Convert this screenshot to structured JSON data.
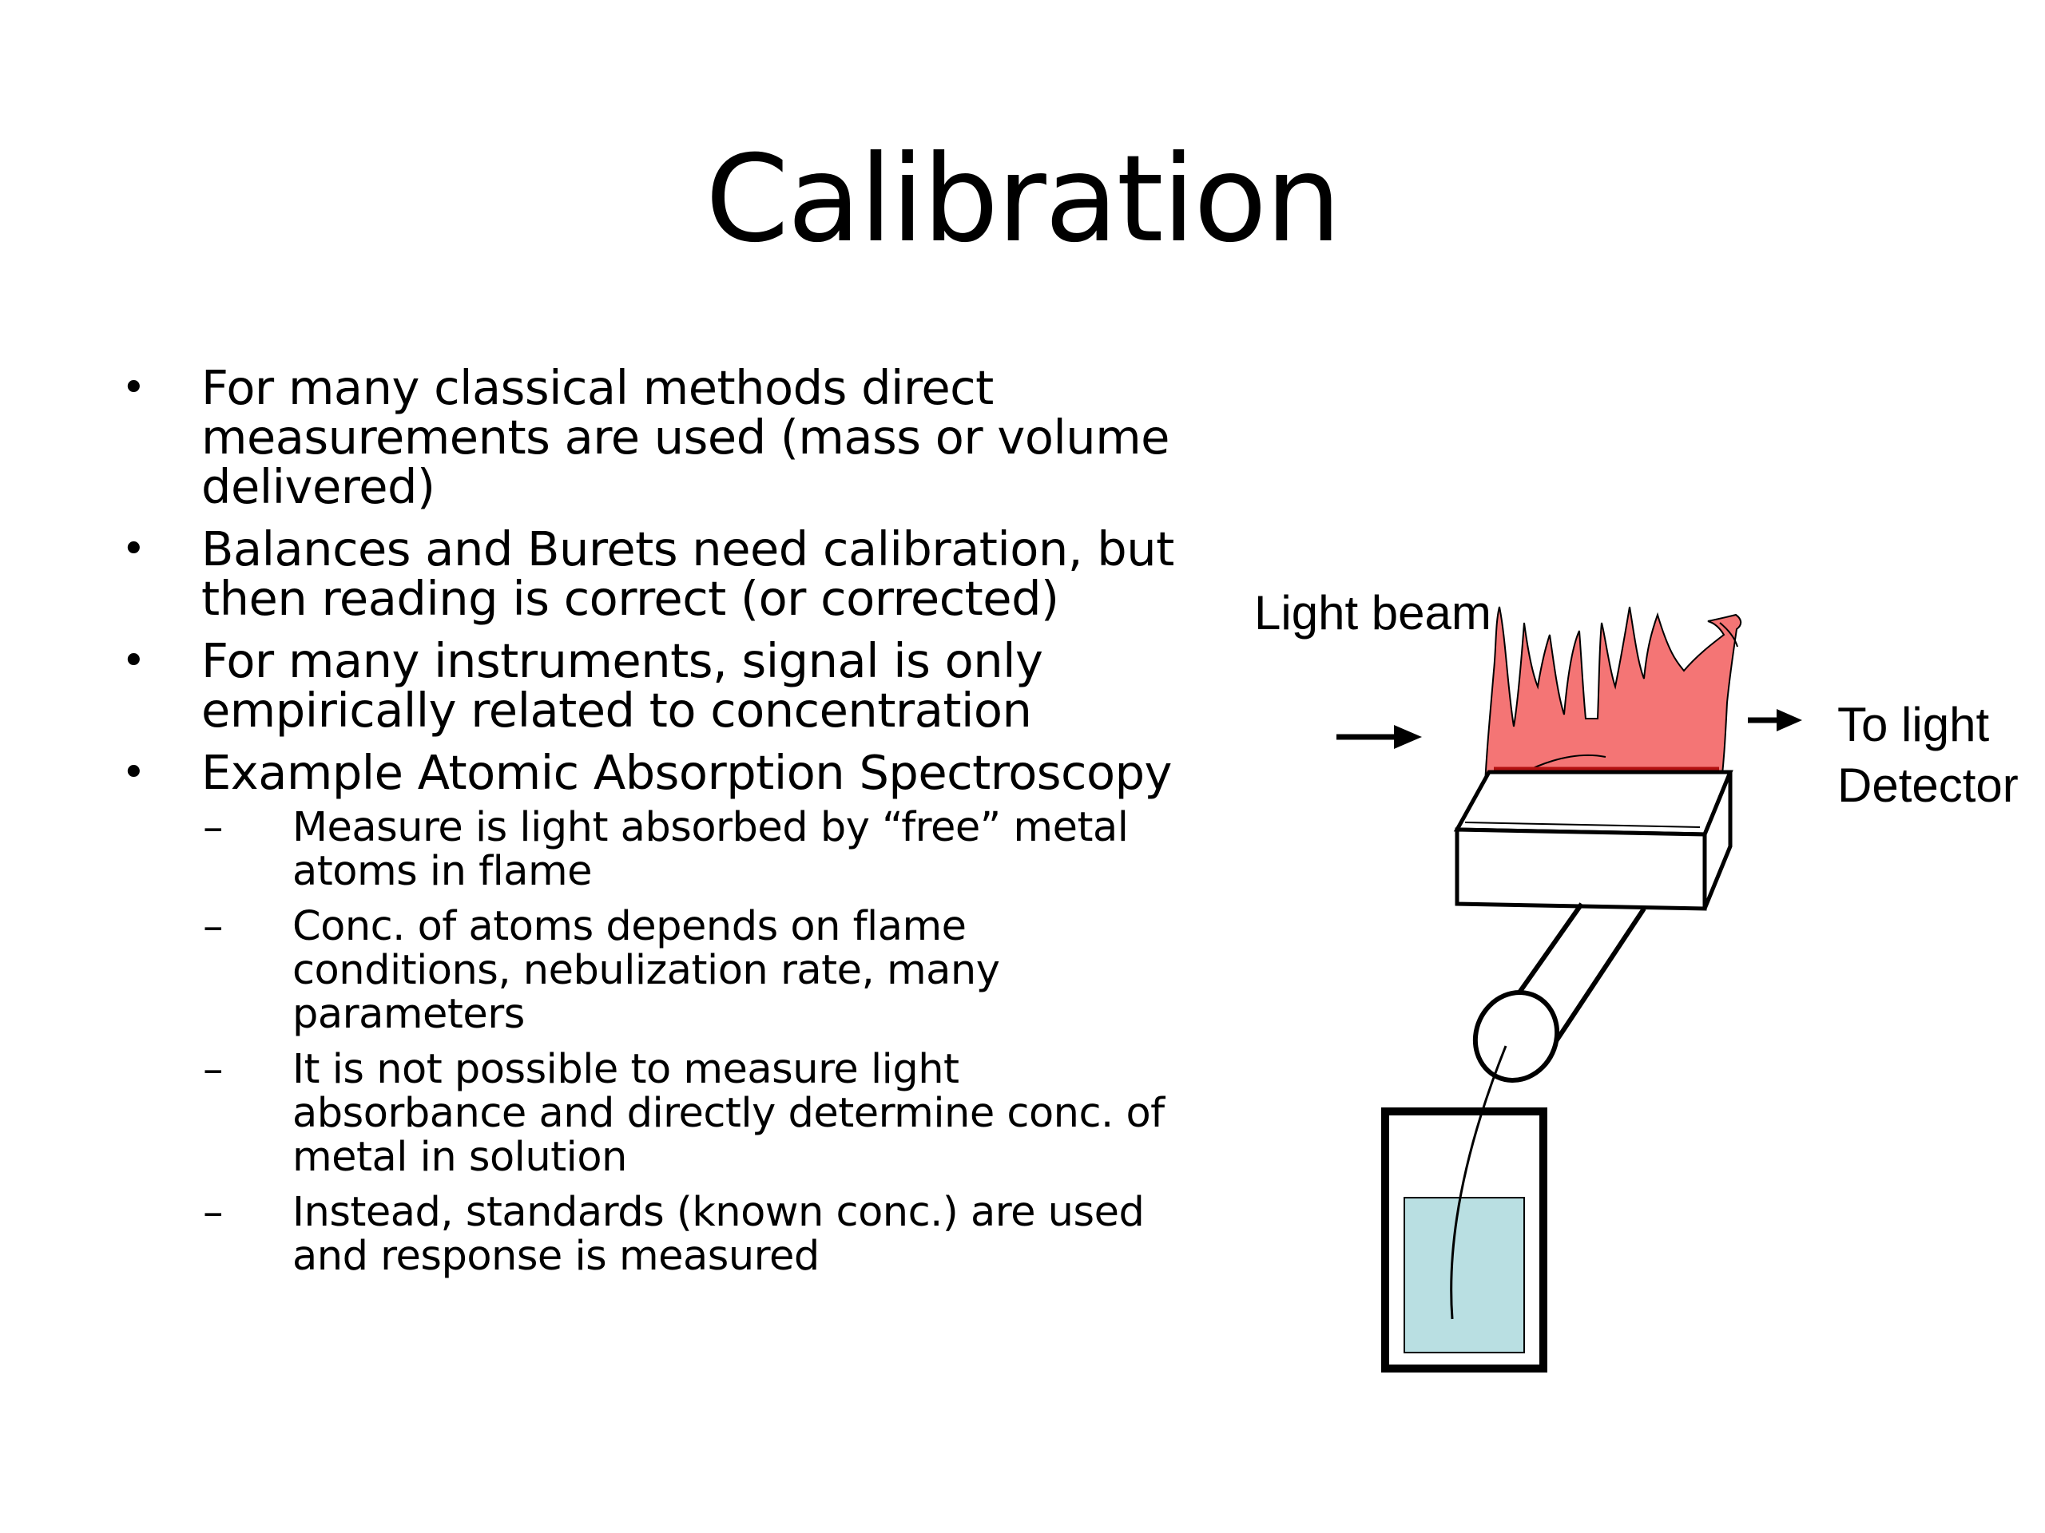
{
  "slide": {
    "title": "Calibration",
    "bullets": [
      {
        "marker": "•",
        "text": "For many classical methods direct measurements are used (mass or volume delivered)"
      },
      {
        "marker": "•",
        "text": "Balances and Burets need calibration, but then reading is correct (or corrected)"
      },
      {
        "marker": "•",
        "text": "For many instruments, signal is only empirically related to concentration"
      },
      {
        "marker": "•",
        "text": "Example Atomic Absorption Spectroscopy",
        "sub_bullets": [
          {
            "marker": "–",
            "text": "Measure is light absorbed by “free” metal atoms in flame"
          },
          {
            "marker": "–",
            "text": "Conc. of atoms depends on flame conditions, nebulization rate, many parameters"
          },
          {
            "marker": "–",
            "text": "It is not possible to measure light absorbance and directly determine conc. of metal in solution"
          },
          {
            "marker": "–",
            "text": "Instead, standards (known conc.) are used and response is measured"
          }
        ]
      }
    ]
  },
  "diagram": {
    "light_beam_label": "Light beam",
    "detector_label": "To light Detector",
    "colors": {
      "flame_fill": "#f47575",
      "beam_line": "#b31010",
      "solution_fill": "#b9dfe2",
      "outline": "#000000"
    }
  }
}
